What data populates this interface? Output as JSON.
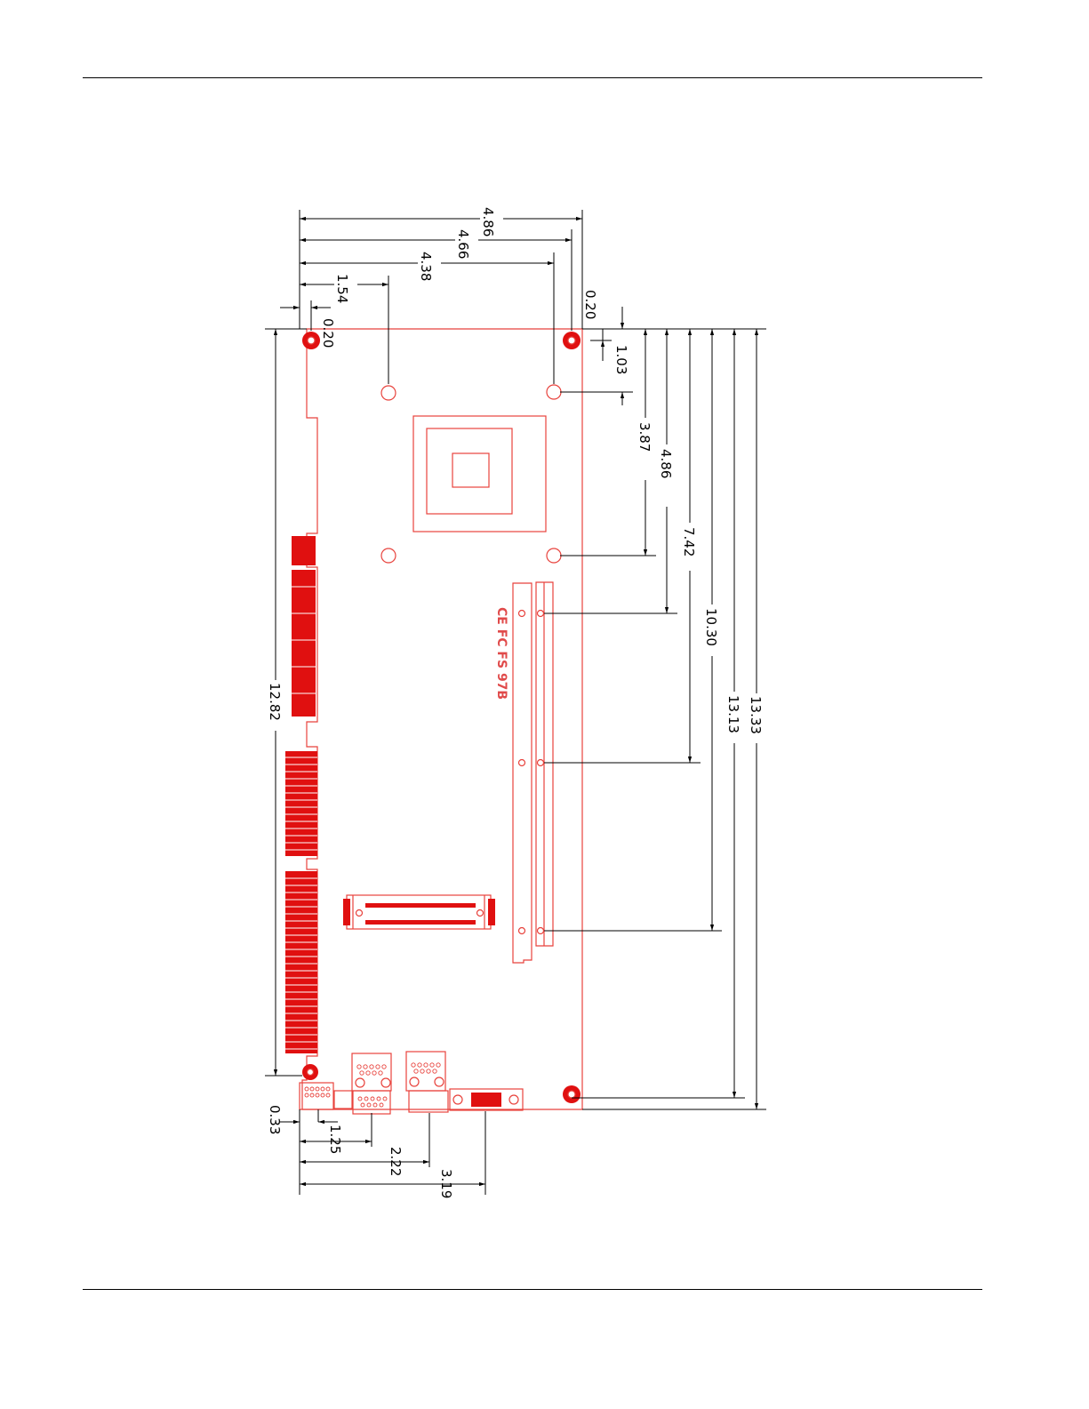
{
  "board": {
    "marking": "CE FC FS 97B",
    "outline_color": "#e8423c",
    "fill_color": "#e01010"
  },
  "dimensions": {
    "top": [
      "4.86",
      "4.66",
      "4.38",
      "1.54",
      "0.20"
    ],
    "right_upper": [
      "0.20",
      "1.03"
    ],
    "right": [
      "3.87",
      "4.86",
      "7.42",
      "10.30",
      "13.13",
      "13.33"
    ],
    "left": [
      "12.82"
    ],
    "bottom": [
      "0.33",
      "1.25",
      "2.22",
      "3.19"
    ]
  }
}
